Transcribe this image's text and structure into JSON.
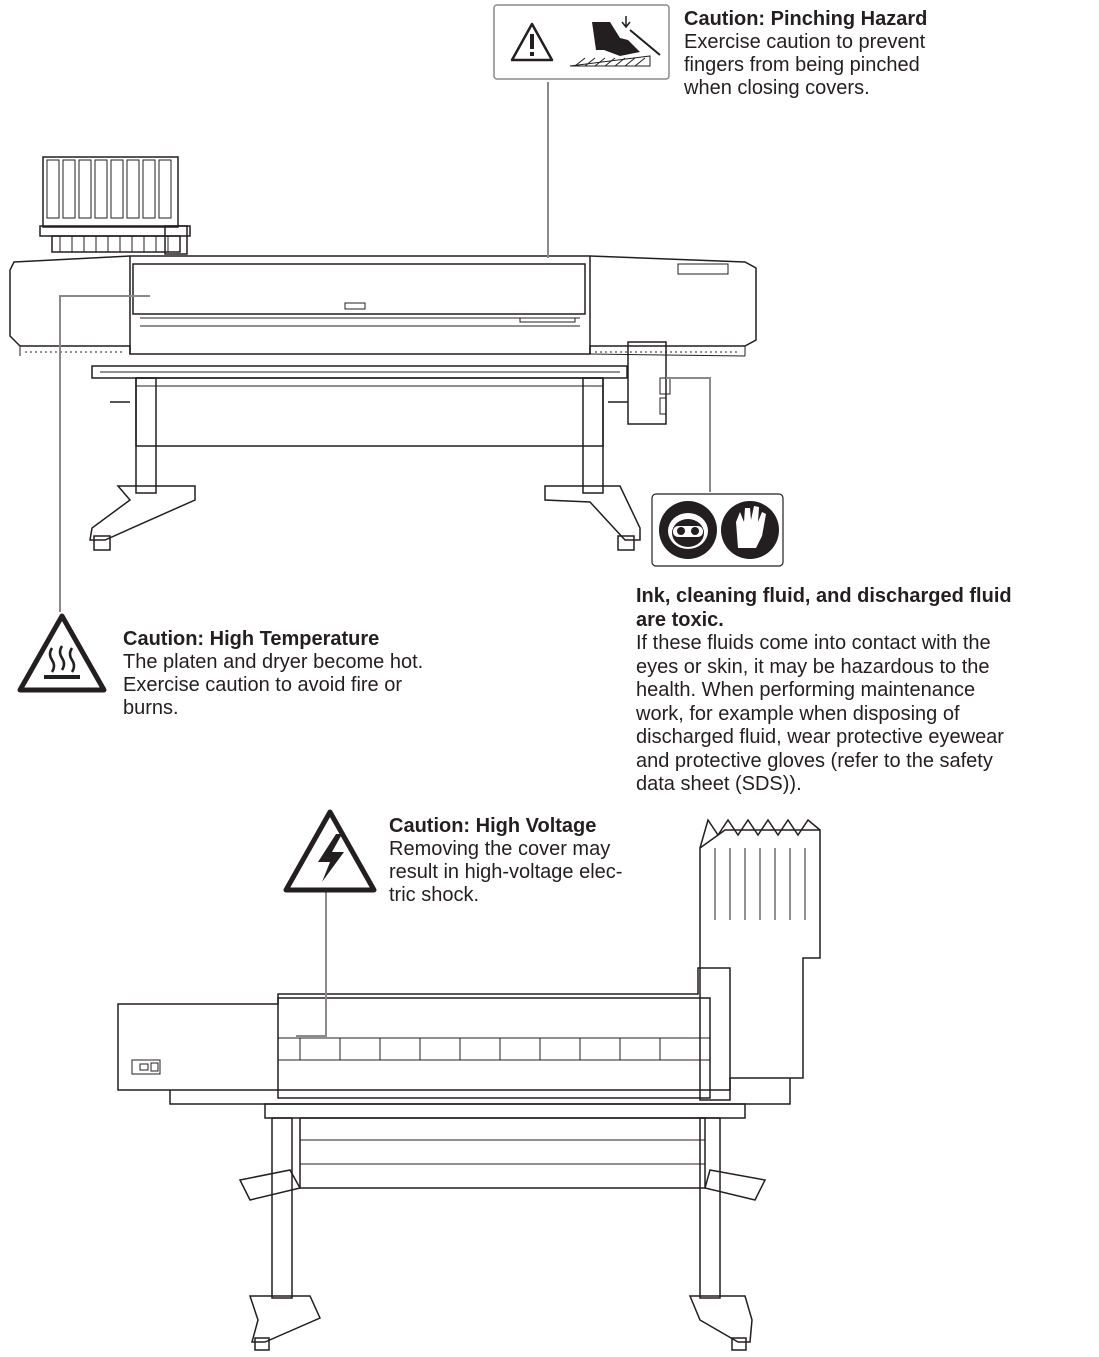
{
  "labels": {
    "pinching": {
      "title": "Caution: Pinching Hazard",
      "lines": [
        "Exercise caution to prevent",
        "fingers from being pinched",
        "when closing covers."
      ]
    },
    "temperature": {
      "title": "Caution: High Temperature",
      "lines": [
        "The platen and dryer become hot.",
        "Exercise caution to avoid fire or",
        "burns."
      ]
    },
    "toxic": {
      "title_lines": [
        "Ink, cleaning fluid, and discharged fluid",
        "are toxic."
      ],
      "lines": [
        "If these fluids come into contact with the",
        "eyes or skin, it may be hazardous to the",
        "health. When performing maintenance",
        "work, for example when disposing of",
        "discharged fluid, wear protective eyewear",
        "and protective gloves (refer to the safety",
        "data sheet (SDS))."
      ]
    },
    "voltage": {
      "title": "Caution: High Voltage",
      "lines": [
        "Removing the cover may",
        "result in high-voltage elec-",
        "tric shock."
      ]
    }
  },
  "icons": {
    "pinch_label": [
      "warning-triangle-icon",
      "hand-pinch-icon"
    ],
    "hot_surface": "hot-surface-warning-icon",
    "ppe_label": [
      "eye-protection-icon",
      "protective-gloves-icon"
    ],
    "electric": "electric-shock-warning-icon"
  }
}
